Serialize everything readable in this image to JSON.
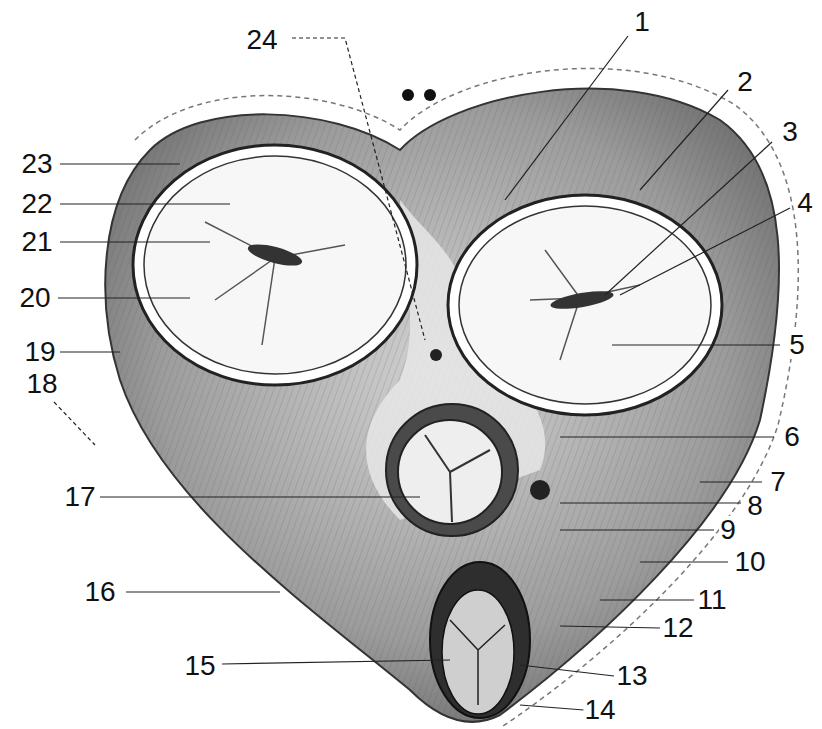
{
  "diagram": {
    "labels": [
      "24",
      "1",
      "2",
      "3",
      "4",
      "23",
      "22",
      "21",
      "20",
      "5",
      "19",
      "6",
      "18",
      "7",
      "17",
      "8",
      "9",
      "10",
      "16",
      "11",
      "12",
      "15",
      "13",
      "14"
    ]
  }
}
